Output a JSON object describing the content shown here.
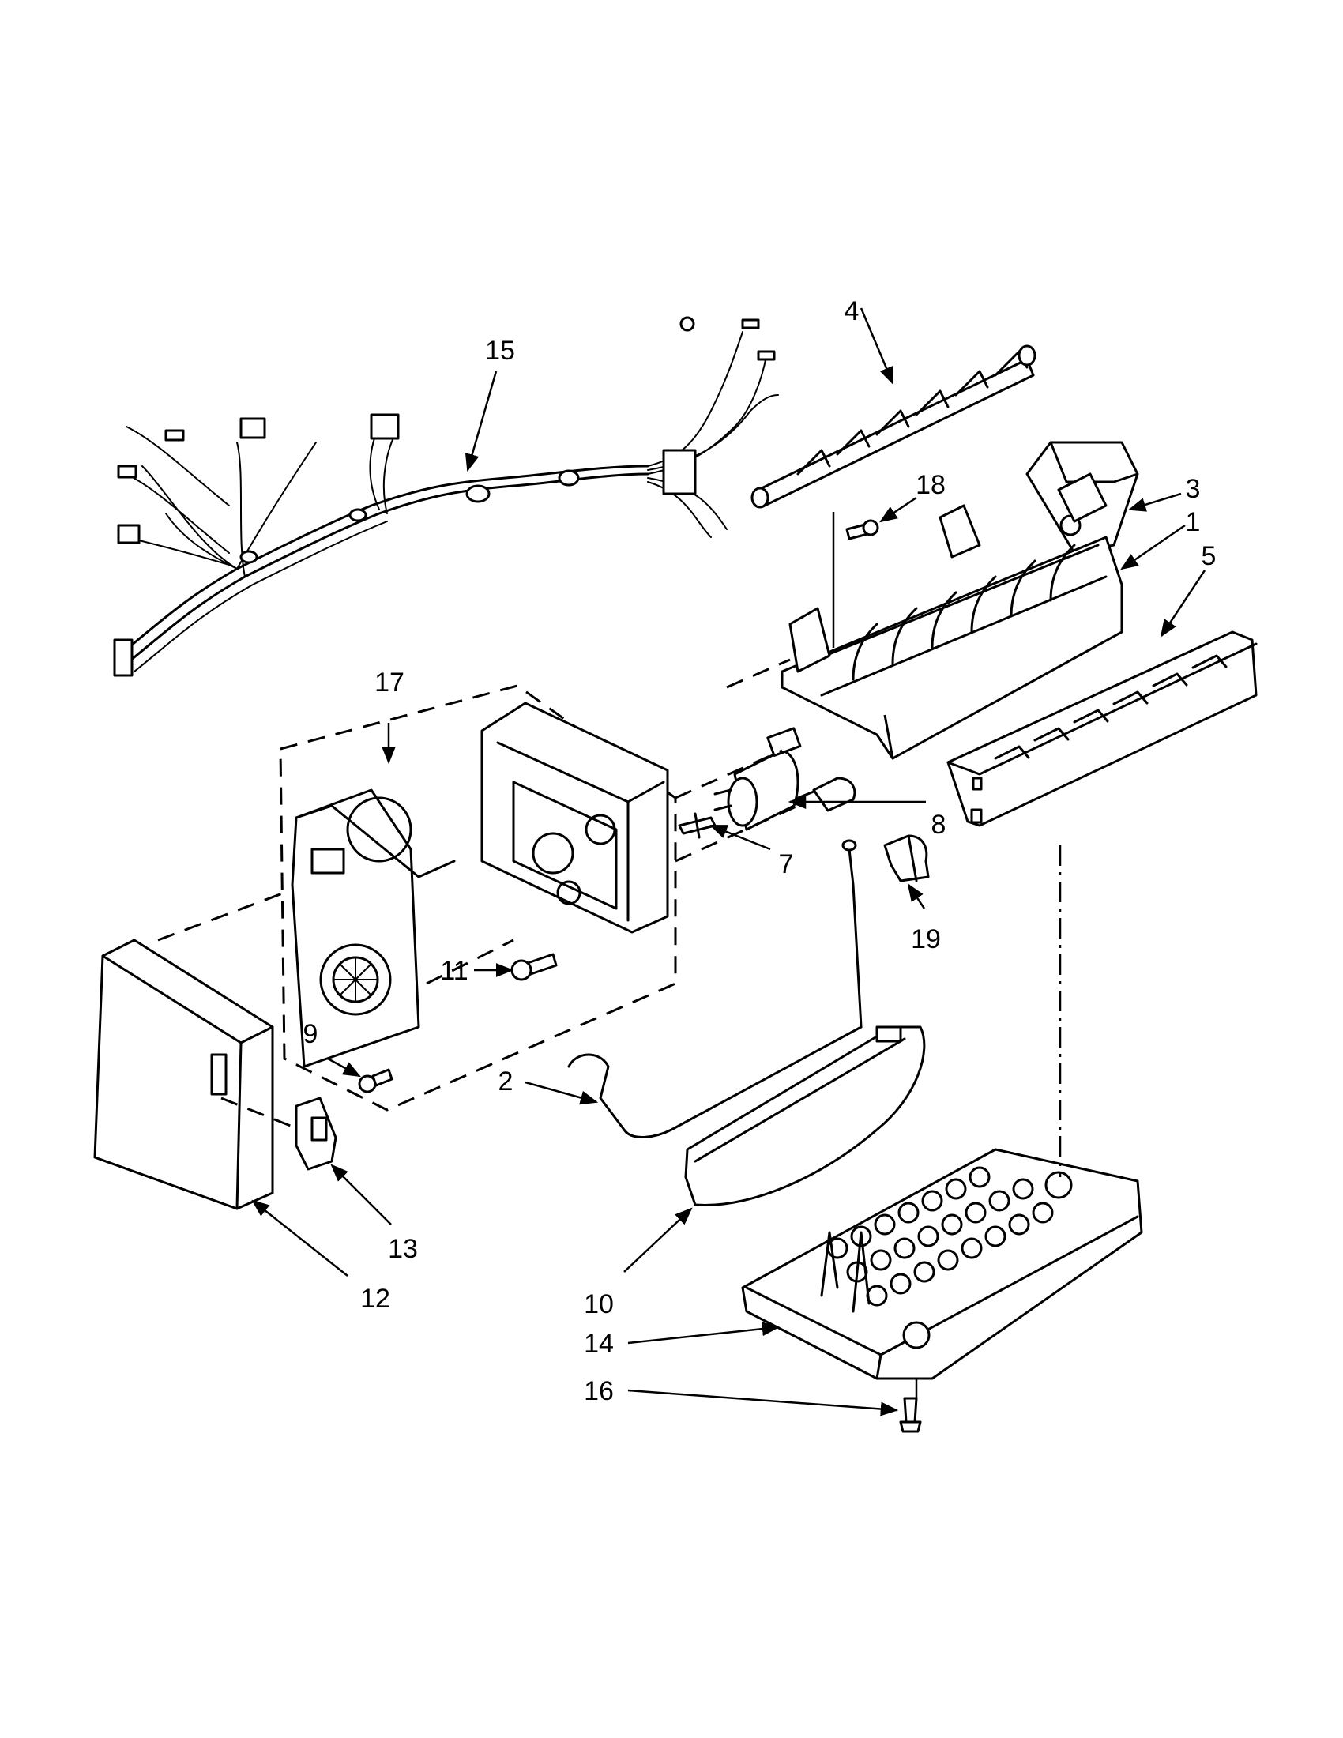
{
  "callouts": {
    "c1": "1",
    "c2": "2",
    "c3": "3",
    "c4": "4",
    "c5": "5",
    "c7": "7",
    "c8": "8",
    "c9": "9",
    "c10": "10",
    "c11": "11",
    "c12": "12",
    "c13": "13",
    "c14": "14",
    "c15": "15",
    "c16": "16",
    "c17": "17",
    "c18": "18",
    "c19": "19"
  }
}
